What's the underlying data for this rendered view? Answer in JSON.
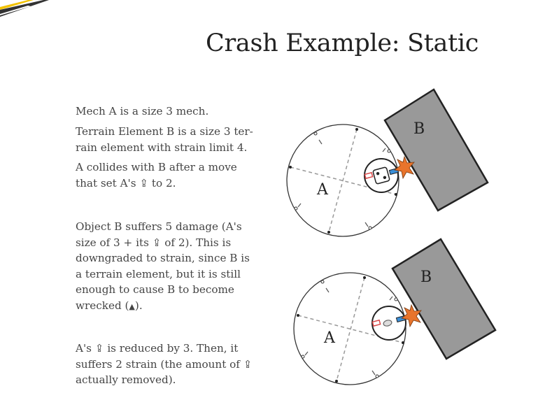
{
  "slide": {
    "title": "Crash Example: Static"
  },
  "paragraphs": [
    {
      "lines": [
        {
          "text": "Mech A is a size 3 mech."
        }
      ]
    },
    {
      "lines": [
        {
          "text": "Terrain Element B is a size 3 ter-"
        },
        {
          "text": "rain element with strain limit 4."
        }
      ]
    },
    {
      "lines": [
        {
          "text": "A collides with B after a move"
        },
        {
          "before": "that set A's ",
          "glyph": "⇪",
          "after": " to 2."
        }
      ]
    },
    {
      "lines": [
        {
          "text": "Object B suffers 5 damage (A's"
        },
        {
          "before": "size of 3 + its ",
          "glyph": "⇪",
          "after": " of 2). This is"
        },
        {
          "text": "downgraded to strain, since B is"
        },
        {
          "text": "a terrain element, but it is still"
        },
        {
          "text": "enough to cause B to become"
        },
        {
          "before": "wrecked (",
          "glyph": "▲",
          "after": ")."
        }
      ]
    },
    {
      "lines": [
        {
          "before": "A's ",
          "glyph": "⇪",
          "after": " is reduced by 3. Then, it"
        },
        {
          "before": "suffers 2 strain (the amount of ",
          "glyph": "⇪",
          "after": ""
        },
        {
          "text": "actually removed)."
        }
      ]
    }
  ],
  "figures": {
    "top": {
      "mech_label": "A",
      "terrain_label": "B",
      "die_face": "2"
    },
    "bottom": {
      "mech_label": "A",
      "terrain_label": "B",
      "die_face": "0"
    }
  },
  "icons": {
    "speed_glyph": "up-arrow-speed-icon",
    "wrecked_glyph": "triangle-wrecked-icon",
    "impact": "impact-star-icon",
    "die": "die-icon"
  },
  "colors": {
    "terrain_fill": "#999999",
    "impact_star": "#e8742c",
    "thruster_blue": "#3a8fd8",
    "thruster_red": "#d84848"
  }
}
